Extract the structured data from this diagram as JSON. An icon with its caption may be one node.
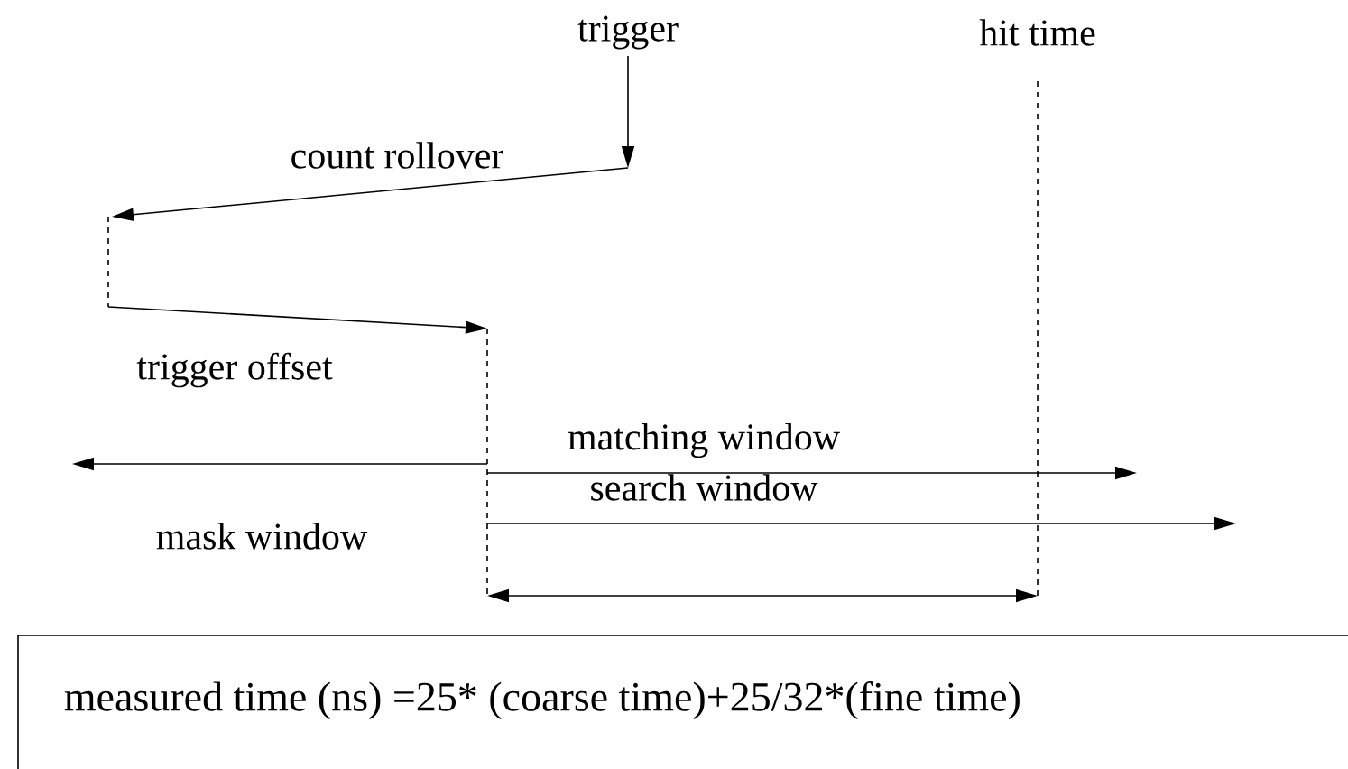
{
  "diagram": {
    "nodes": [
      {
        "text": [
          "measured time (ns) =25* (coarse time)+25/32*(fine time)"
        ]
      }
    ],
    "labels": [
      "trigger",
      "hit time",
      "count rollover",
      "trigger offset",
      "matching window",
      "search window",
      "mask window"
    ]
  }
}
